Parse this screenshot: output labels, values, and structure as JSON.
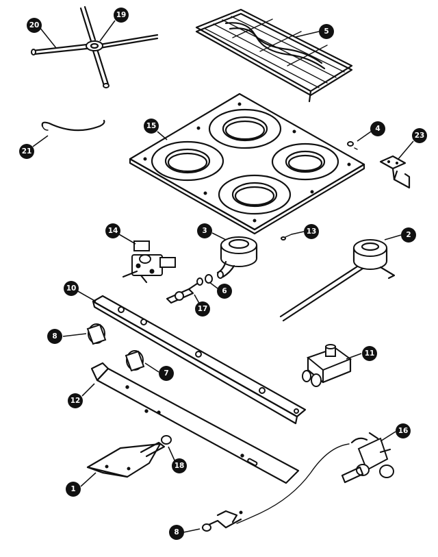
{
  "callouts": [
    {
      "id": "c20",
      "label": "20"
    },
    {
      "id": "c19",
      "label": "19"
    },
    {
      "id": "c5",
      "label": "5"
    },
    {
      "id": "c21",
      "label": "21"
    },
    {
      "id": "c15",
      "label": "15"
    },
    {
      "id": "c4",
      "label": "4"
    },
    {
      "id": "c23",
      "label": "23"
    },
    {
      "id": "c14",
      "label": "14"
    },
    {
      "id": "c3",
      "label": "3"
    },
    {
      "id": "c13",
      "label": "13"
    },
    {
      "id": "c2",
      "label": "2"
    },
    {
      "id": "c10",
      "label": "10"
    },
    {
      "id": "c6",
      "label": "6"
    },
    {
      "id": "c17",
      "label": "17"
    },
    {
      "id": "c8a",
      "label": "8"
    },
    {
      "id": "c7",
      "label": "7"
    },
    {
      "id": "c11",
      "label": "11"
    },
    {
      "id": "c12",
      "label": "12"
    },
    {
      "id": "c16",
      "label": "16"
    },
    {
      "id": "c18",
      "label": "18"
    },
    {
      "id": "c1",
      "label": "1"
    },
    {
      "id": "c8b",
      "label": "8"
    }
  ]
}
